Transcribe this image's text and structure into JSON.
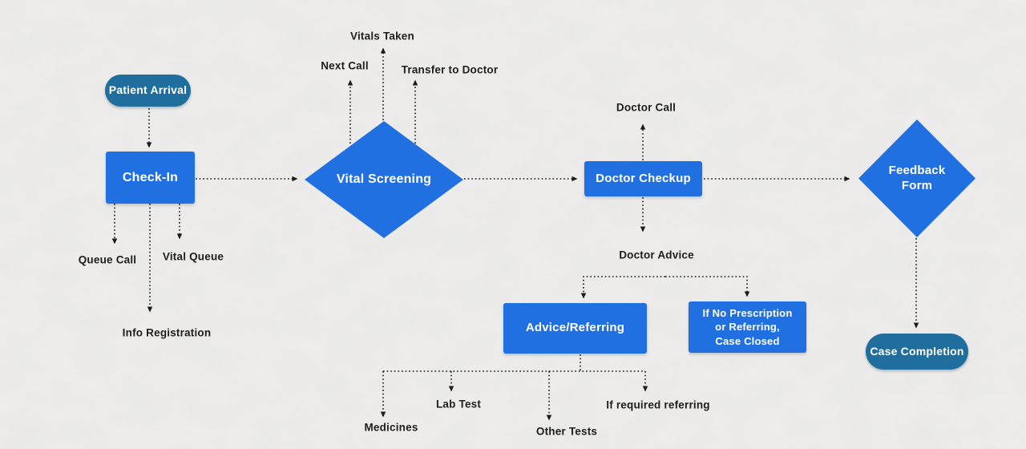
{
  "diagram": {
    "kind": "flowchart",
    "nodes": {
      "patient_arrival": {
        "label": "Patient Arrival",
        "shape": "pill"
      },
      "check_in": {
        "label": "Check-In",
        "shape": "rect"
      },
      "vital_screening": {
        "label": "Vital Screening",
        "shape": "diamond"
      },
      "doctor_checkup": {
        "label": "Doctor Checkup",
        "shape": "rect"
      },
      "feedback_form": {
        "label": "Feedback Form",
        "shape": "diamond",
        "lines": [
          "Feedback",
          "Form"
        ]
      },
      "advice_referring": {
        "label": "Advice/Referring",
        "shape": "rect"
      },
      "case_closed": {
        "label": "If No Prescription or Referring, Case Closed",
        "shape": "rect",
        "lines": [
          "If No Prescription",
          "or Referring,",
          "Case Closed"
        ]
      },
      "case_completion": {
        "label": "Case Completion",
        "shape": "pill"
      }
    },
    "annotations": {
      "vitals_taken": "Vitals Taken",
      "next_call": "Next Call",
      "transfer_to_doctor": "Transfer to Doctor",
      "doctor_call": "Doctor Call",
      "doctor_advice": "Doctor Advice",
      "queue_call": "Queue Call",
      "vital_queue": "Vital Queue",
      "info_registration": "Info Registration",
      "medicines": "Medicines",
      "lab_test": "Lab Test",
      "other_tests": "Other Tests",
      "if_required_referring": "If required referring"
    },
    "colors": {
      "process_blue": "#2170E2",
      "terminal_teal": "#1F6E9E",
      "connector": "#1C1C1C",
      "label_text": "#1E1E1E",
      "canvas_paper": "#EBEBEA",
      "node_text": "#FFFFFF"
    }
  }
}
